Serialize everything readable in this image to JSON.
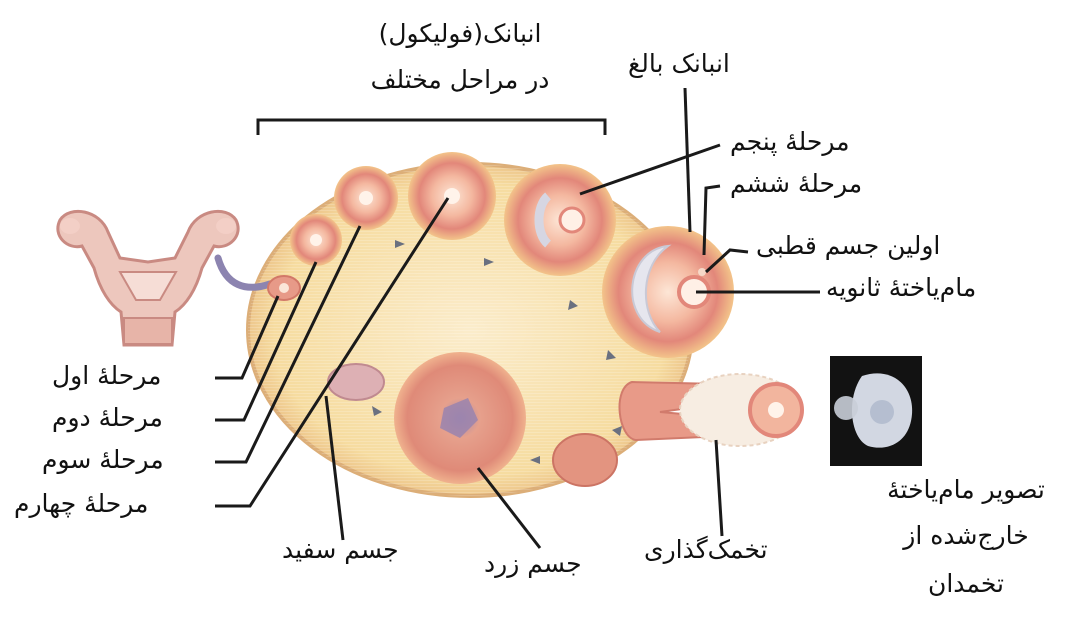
{
  "labels": {
    "follicles_title_line1": "انبانک(فولیکول)",
    "follicles_title_line2": "در مراحل مختلف",
    "mature_follicle": "انبانک بالغ",
    "stage_5": "مرحلهٔ پنجم",
    "stage_6": "مرحلهٔ ششم",
    "first_polar_body": "اولین جسم قطبی",
    "secondary_oocyte": "مام‌یاختهٔ ثانویه",
    "stage_1": "مرحلهٔ اول",
    "stage_2": "مرحلهٔ دوم",
    "stage_3": "مرحلهٔ سوم",
    "stage_4": "مرحلهٔ چهارم",
    "corpus_albicans": "جسم سفید",
    "corpus_luteum": "جسم زرد",
    "ovulation": "تخمک‌گذاری",
    "photo_caption_line1": "تصویر مام‌یاختهٔ",
    "photo_caption_line2": "خارج‌شده از",
    "photo_caption_line3": "تخمدان"
  },
  "colors": {
    "ovary_fill": "#f7e2a2",
    "ovary_edge": "#d9a86e",
    "follicle_ring": "#d98274",
    "follicle_inner": "#f3b7a0",
    "oocyte": "#fbe3d6",
    "antrum": "#d8d8e4",
    "corpus_luteum": "#e39480",
    "uterus": "#ecc8be",
    "leader_line": "#1a1a1a"
  }
}
